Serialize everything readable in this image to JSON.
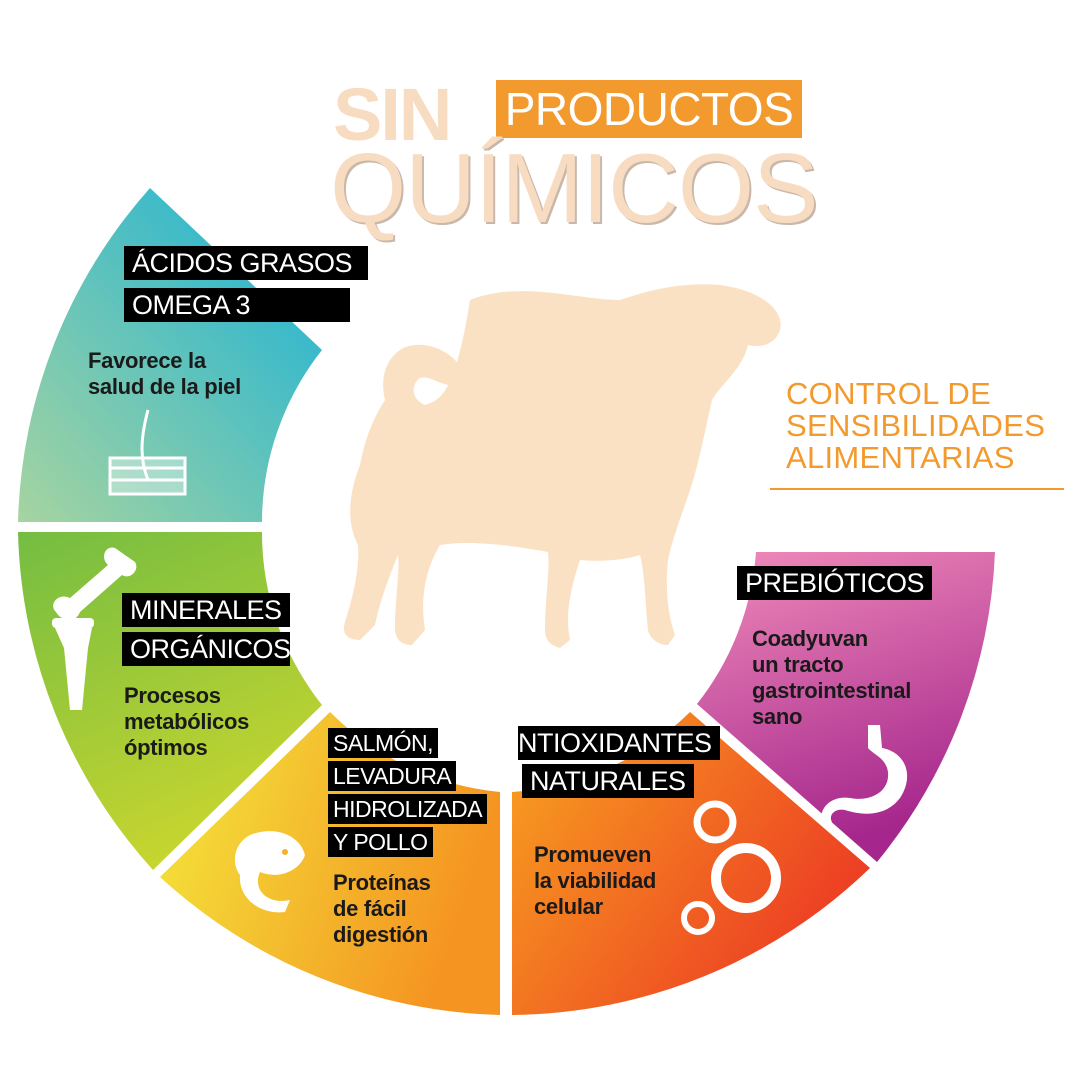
{
  "header": {
    "sin": "SIN",
    "productos": "PRODUCTOS",
    "quimicos": "QUÍMICOS"
  },
  "side_note": {
    "lines": [
      "CONTROL DE",
      "SENSIBILIDADES",
      "ALIMENTARIAS"
    ]
  },
  "segments": [
    {
      "id": "omega3",
      "tag_lines": [
        "ÁCIDOS GRASOS",
        "OMEGA 3"
      ],
      "desc_lines": [
        "Favorece la",
        "salud de la piel"
      ],
      "icon": "skin-hair-icon"
    },
    {
      "id": "minerales",
      "tag_lines": [
        "MINERALES",
        "ORGÁNICOS"
      ],
      "desc_lines": [
        "Procesos",
        "metabólicos",
        "óptimos"
      ],
      "icon": "bone-joint-icon"
    },
    {
      "id": "proteinas",
      "tag_lines": [
        "SALMÓN,",
        "LEVADURA",
        "HIDROLIZADA",
        "Y POLLO"
      ],
      "desc_lines": [
        "Proteínas",
        "de fácil",
        "digestión"
      ],
      "icon": "fish-icon"
    },
    {
      "id": "antioxidantes",
      "tag_lines": [
        "NTIOXIDANTES",
        "NATURALES"
      ],
      "desc_lines": [
        "Promueven",
        "la viabilidad",
        "celular"
      ],
      "icon": "cells-icon"
    },
    {
      "id": "prebioticos",
      "tag_lines": [
        "PREBIÓTICOS"
      ],
      "desc_lines": [
        "Coadyuvan",
        "un tracto",
        "gastrointestinal",
        "sano"
      ],
      "icon": "stomach-icon"
    }
  ],
  "colors": {
    "omega3": [
      "#1ab3d6",
      "#9cd3a6"
    ],
    "minerales": [
      "#7bbf3e",
      "#b9d233"
    ],
    "proteinas": [
      "#f2e43a",
      "#f59a26"
    ],
    "antioxidantes": [
      "#f7a021",
      "#ee4423"
    ],
    "prebioticos": [
      "#ef7fb3",
      "#b02e8f"
    ],
    "accent": "#f39a2e",
    "dog": "#fbe1c4"
  }
}
